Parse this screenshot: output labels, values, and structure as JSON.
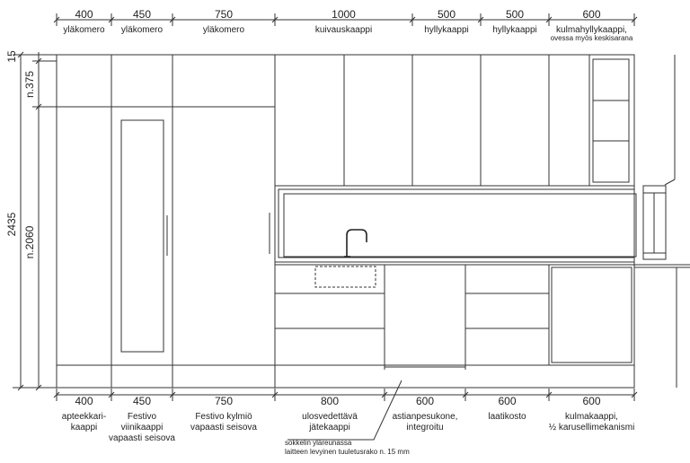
{
  "top_columns": [
    {
      "dimension": "400",
      "label": [
        "yläkomero"
      ]
    },
    {
      "dimension": "450",
      "label": [
        "yläkomero"
      ]
    },
    {
      "dimension": "750",
      "label": [
        "yläkomero"
      ]
    },
    {
      "dimension": "1000",
      "label": [
        "kuivauskaappi"
      ]
    },
    {
      "dimension": "500",
      "label": [
        "hyllykaappi"
      ]
    },
    {
      "dimension": "500",
      "label": [
        "hyllykaappi"
      ]
    },
    {
      "dimension": "600",
      "label": [
        "kulmahyllykaappi,",
        "ovessa myös keskisarana"
      ]
    }
  ],
  "bottom_columns": [
    {
      "dimension": "400",
      "label": [
        "apteekkari-",
        "kaappi"
      ]
    },
    {
      "dimension": "450",
      "label": [
        "Festivo",
        "viinikaappi",
        "vapaasti seisova"
      ]
    },
    {
      "dimension": "750",
      "label": [
        "Festivo kylmiö",
        "vapaasti seisova"
      ]
    },
    {
      "dimension": "800",
      "label": [
        "ulosvedettävä",
        "jätekaappi"
      ]
    },
    {
      "dimension": "600",
      "label": [
        "astianpesukone,",
        "integroitu"
      ]
    },
    {
      "dimension": "600",
      "label": [
        "laatikosto"
      ]
    },
    {
      "dimension": "600",
      "label": [
        "kulmakaappi,",
        "½ karusellimekanismi"
      ]
    }
  ],
  "left_dimensions": {
    "top_gap": "15",
    "upper": "n.375",
    "total": "2435",
    "lower": "n.2060"
  },
  "note": [
    "sokkelin yläreunassa",
    "laitteen levyinen tuuletusrako n. 15 mm"
  ]
}
